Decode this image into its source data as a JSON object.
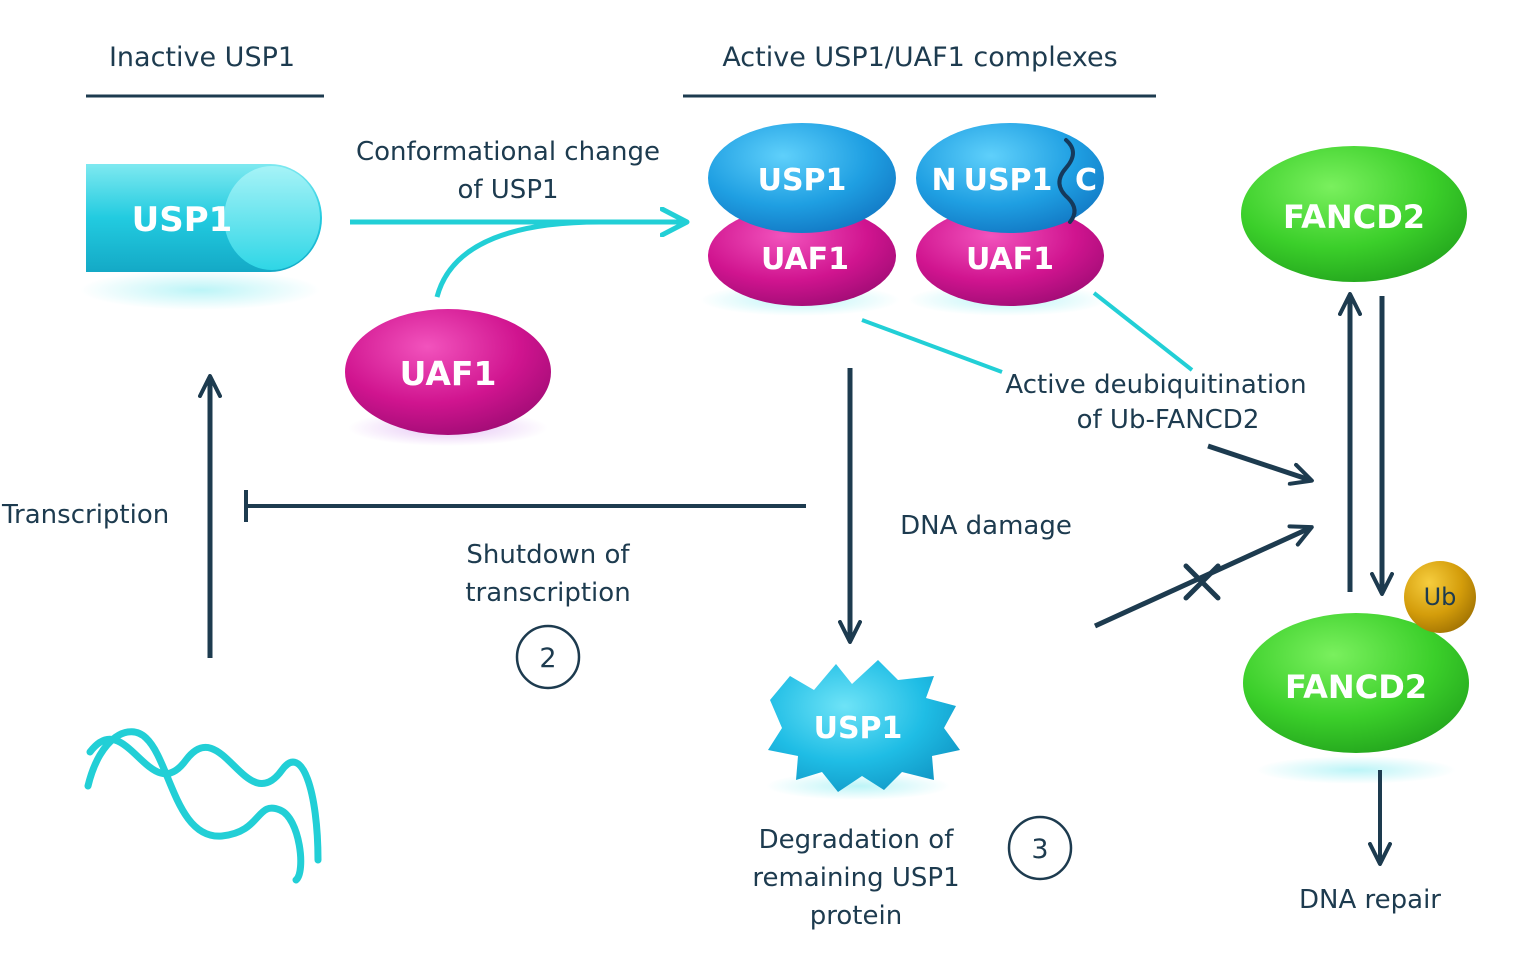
{
  "headers": {
    "inactive": "Inactive USP1",
    "active": "Active USP1/UAF1 complexes"
  },
  "proteins": {
    "usp1_inactive": "USP1",
    "uaf1_free": "UAF1",
    "complex1_usp1": "USP1",
    "complex1_uaf1": "UAF1",
    "complex2_n": "N",
    "complex2_usp1": "USP1",
    "complex2_c": "C",
    "complex2_uaf1": "UAF1",
    "fancd2_top": "FANCD2",
    "fancd2_bottom": "FANCD2",
    "ub": "Ub",
    "usp1_degraded": "USP1"
  },
  "labels": {
    "conformational_1": "Conformational change",
    "conformational_2": "of USP1",
    "transcription": "Transcription",
    "shutdown_1": "Shutdown of",
    "shutdown_2": "transcription",
    "step2": "2",
    "dna_damage": "DNA damage",
    "deubiq_1": "Active deubiquitination",
    "deubiq_2": "of Ub-FANCD2",
    "degradation_1": "Degradation of",
    "degradation_2": "remaining USP1",
    "degradation_3": "protein",
    "step3": "3",
    "dna_repair": "DNA repair"
  },
  "colors": {
    "dark": "#1d3b4f",
    "cyan": "#22cfd6",
    "usp1_blue": "#1fa6e0",
    "uaf1_magenta": "#d0158f",
    "fancd2_green": "#3ed22c",
    "ub_gold": "#d6a00a"
  }
}
